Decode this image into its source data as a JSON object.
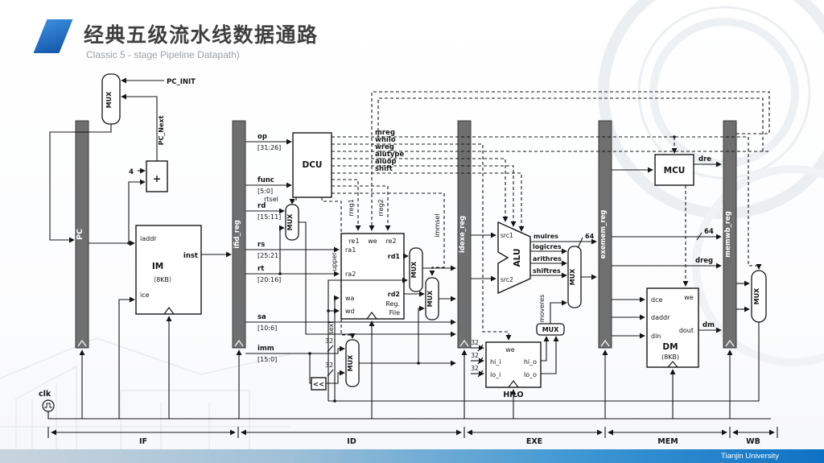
{
  "header": {
    "title": "经典五级流水线数据通路",
    "subtitle": "Classic 5  - stage Pipeline Datapath)"
  },
  "footer": {
    "text": "Tianjin University"
  },
  "colors": {
    "accent_blue": "#1f6fc6",
    "bar_gray": "#6f6f6f"
  },
  "labels": {
    "pc_init": "PC_INIT",
    "mux": "MUX",
    "pc_next": "PC_Next",
    "four": "4",
    "plus": "+",
    "pc": "PC",
    "iaddr": "iaddr",
    "im": "IM",
    "im_size": "（8KB）",
    "inst": "inst",
    "ice": "ice",
    "ifid_reg": "ifid_reg",
    "op": "op",
    "op_bits": "[31:26]",
    "func": "func",
    "func_bits": "[5:0]",
    "rd": "rd",
    "rd_bits": "[15:11]",
    "rs": "rs",
    "rs_bits": "[25:21]",
    "rt": "rt",
    "rt_bits": "[20:16]",
    "sa": "sa",
    "sa_bits": "[10:6]",
    "imm": "imm",
    "imm_bits": "[15:0]",
    "dcu": "DCU",
    "rtsel": "rtsel",
    "upper": "upper",
    "sext": "sext",
    "shl": "<<",
    "b32": "32",
    "b64": "64",
    "re1": "re1",
    "we": "we",
    "re2": "re2",
    "ra1": "ra1",
    "rd1": "rd1",
    "ra2": "ra2",
    "rd2": "rd2",
    "wa": "wa",
    "wd": "wd",
    "regfile1": "Reg.",
    "regfile2": "File",
    "rreg1": "rreg1",
    "rreg2": "rreg2",
    "immsel": "immsel",
    "idexe_reg": "idexe_reg",
    "mreg": "mreg",
    "whilo": "whilo",
    "wreg": "wreg",
    "alutype": "alutype",
    "aluop": "aluop",
    "shift": "shift",
    "src1": "src1",
    "src2": "src2",
    "alu": "ALU",
    "mulres": "mulres",
    "logicres": "logicres",
    "arithres": "arithres",
    "shiftres": "shiftres",
    "moveres": "moveres",
    "hi_i": "hi_i",
    "hi_o": "hi_o",
    "lo_i": "lo_i",
    "lo_o": "lo_o",
    "hilo": "HILO",
    "exemem_reg": "exemem_reg",
    "mcu": "MCU",
    "dre": "dre",
    "dce": "dce",
    "daddr": "daddr",
    "din": "din",
    "dout": "dout",
    "dm_name": "DM",
    "dm_size": "(8KB)",
    "dm": "dm",
    "dreg": "dreg",
    "memwb_reg": "memwb_reg",
    "clk": "clk",
    "stage_if": "IF",
    "stage_id": "ID",
    "stage_exe": "EXE",
    "stage_mem": "MEM",
    "stage_wb": "WB"
  }
}
